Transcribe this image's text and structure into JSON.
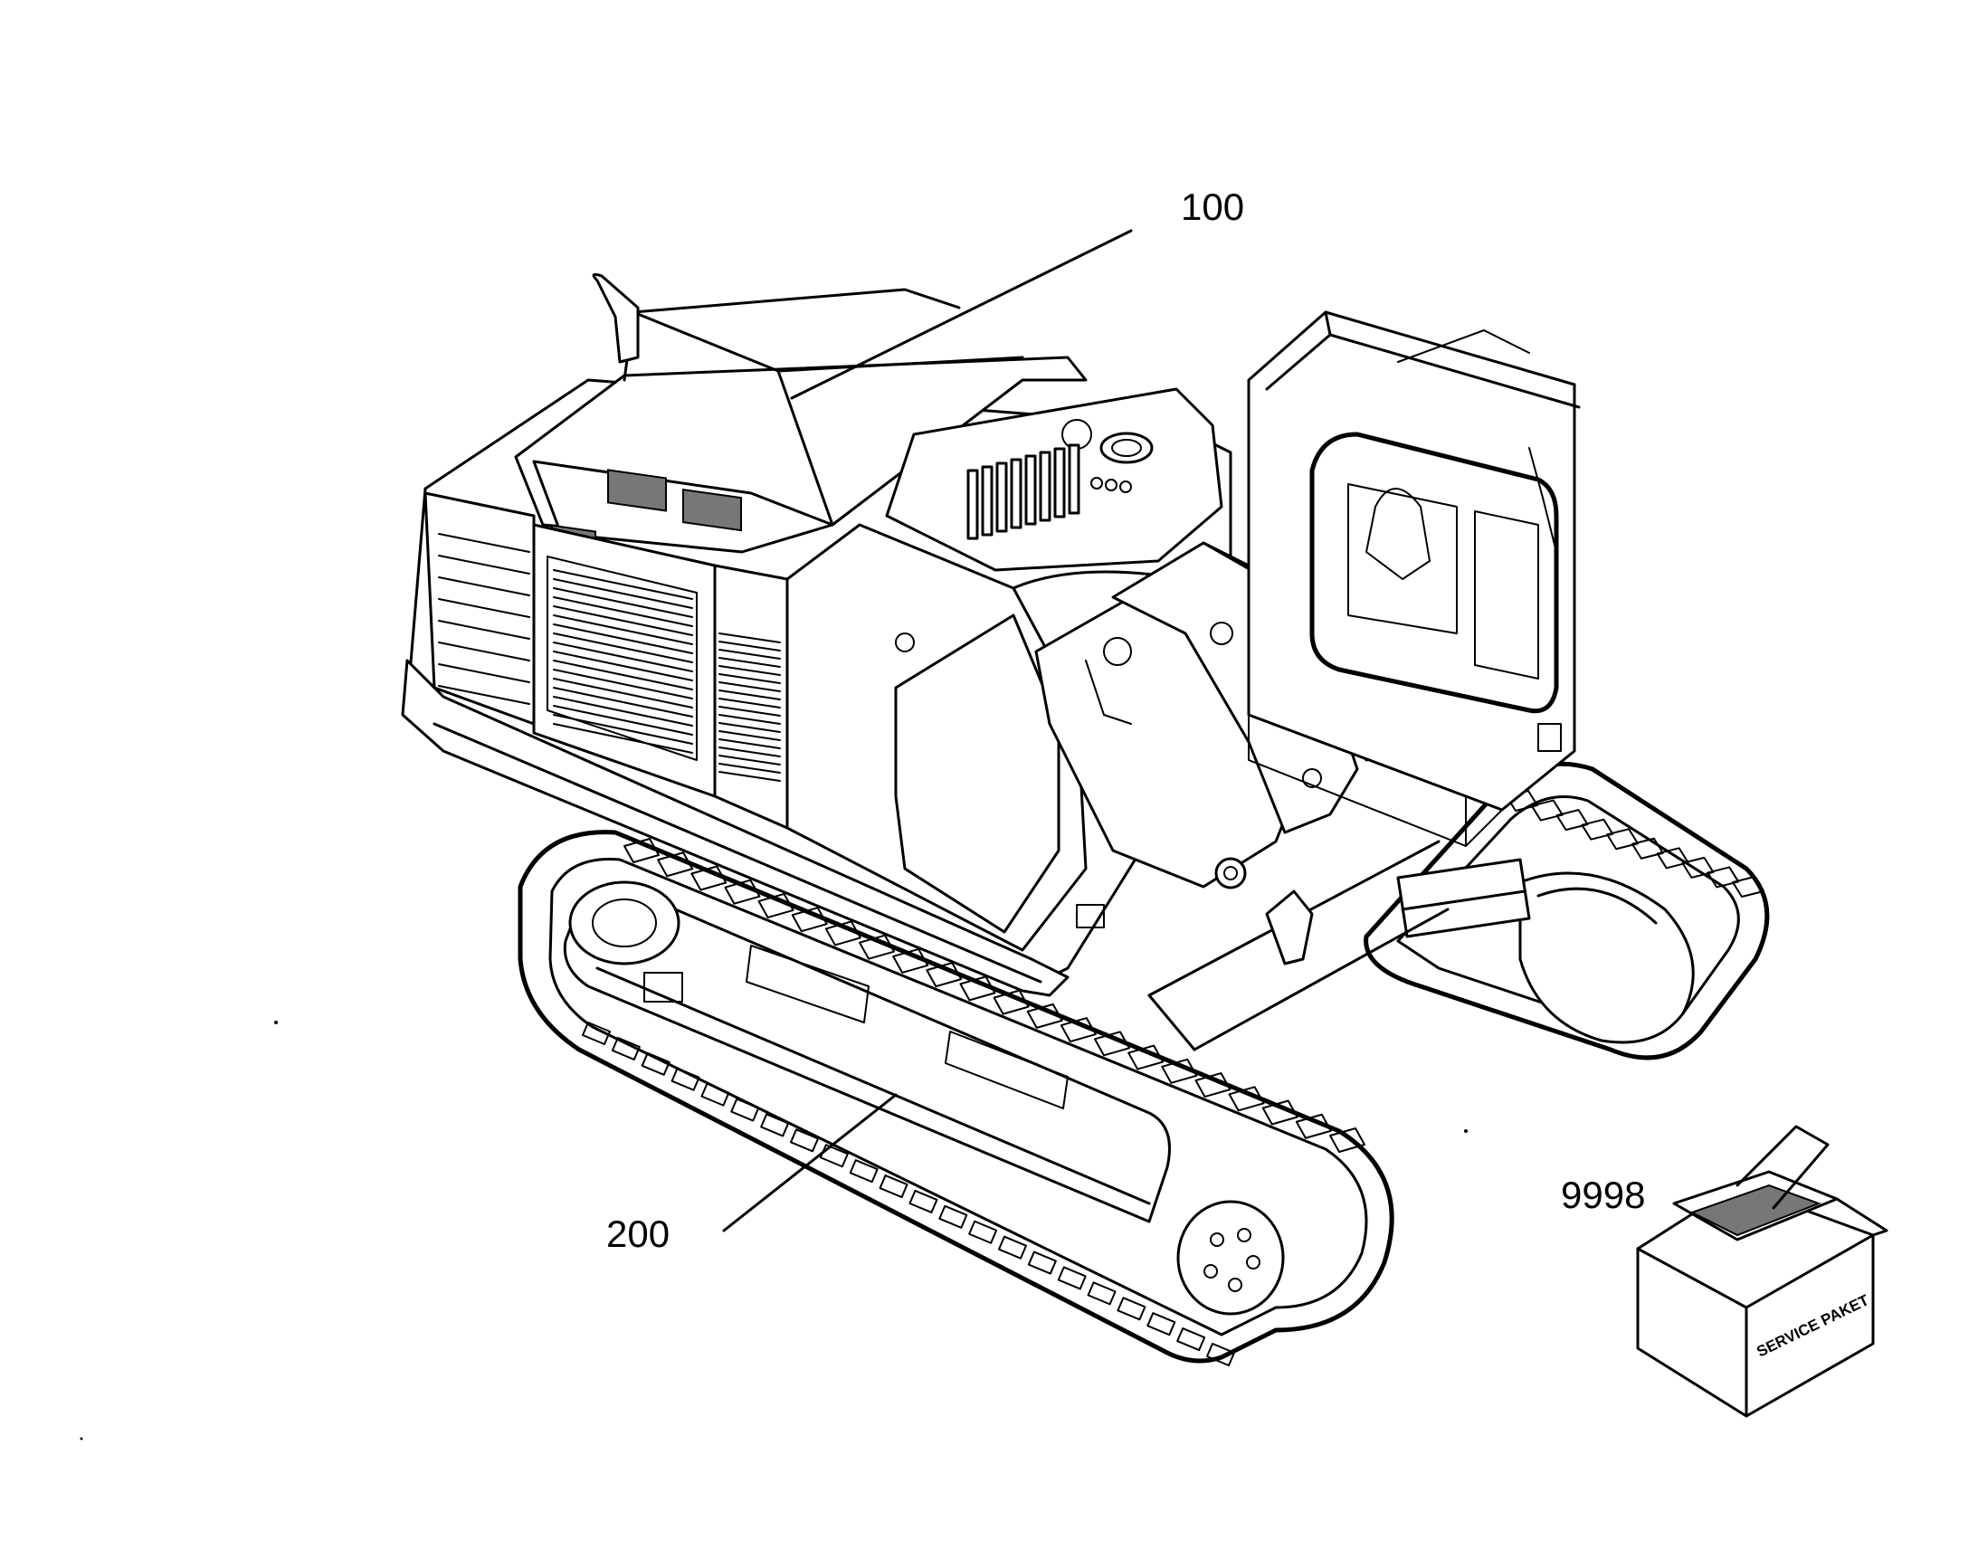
{
  "figure": {
    "callouts": [
      {
        "id": "upper-carriage",
        "label": "100"
      },
      {
        "id": "undercarriage",
        "label": "200"
      },
      {
        "id": "service-kit",
        "label": "9998"
      }
    ],
    "service_box_text": "SERVICE PAKET",
    "colors": {
      "line": "#000000",
      "background": "#ffffff",
      "box_shading": "#777777"
    }
  }
}
